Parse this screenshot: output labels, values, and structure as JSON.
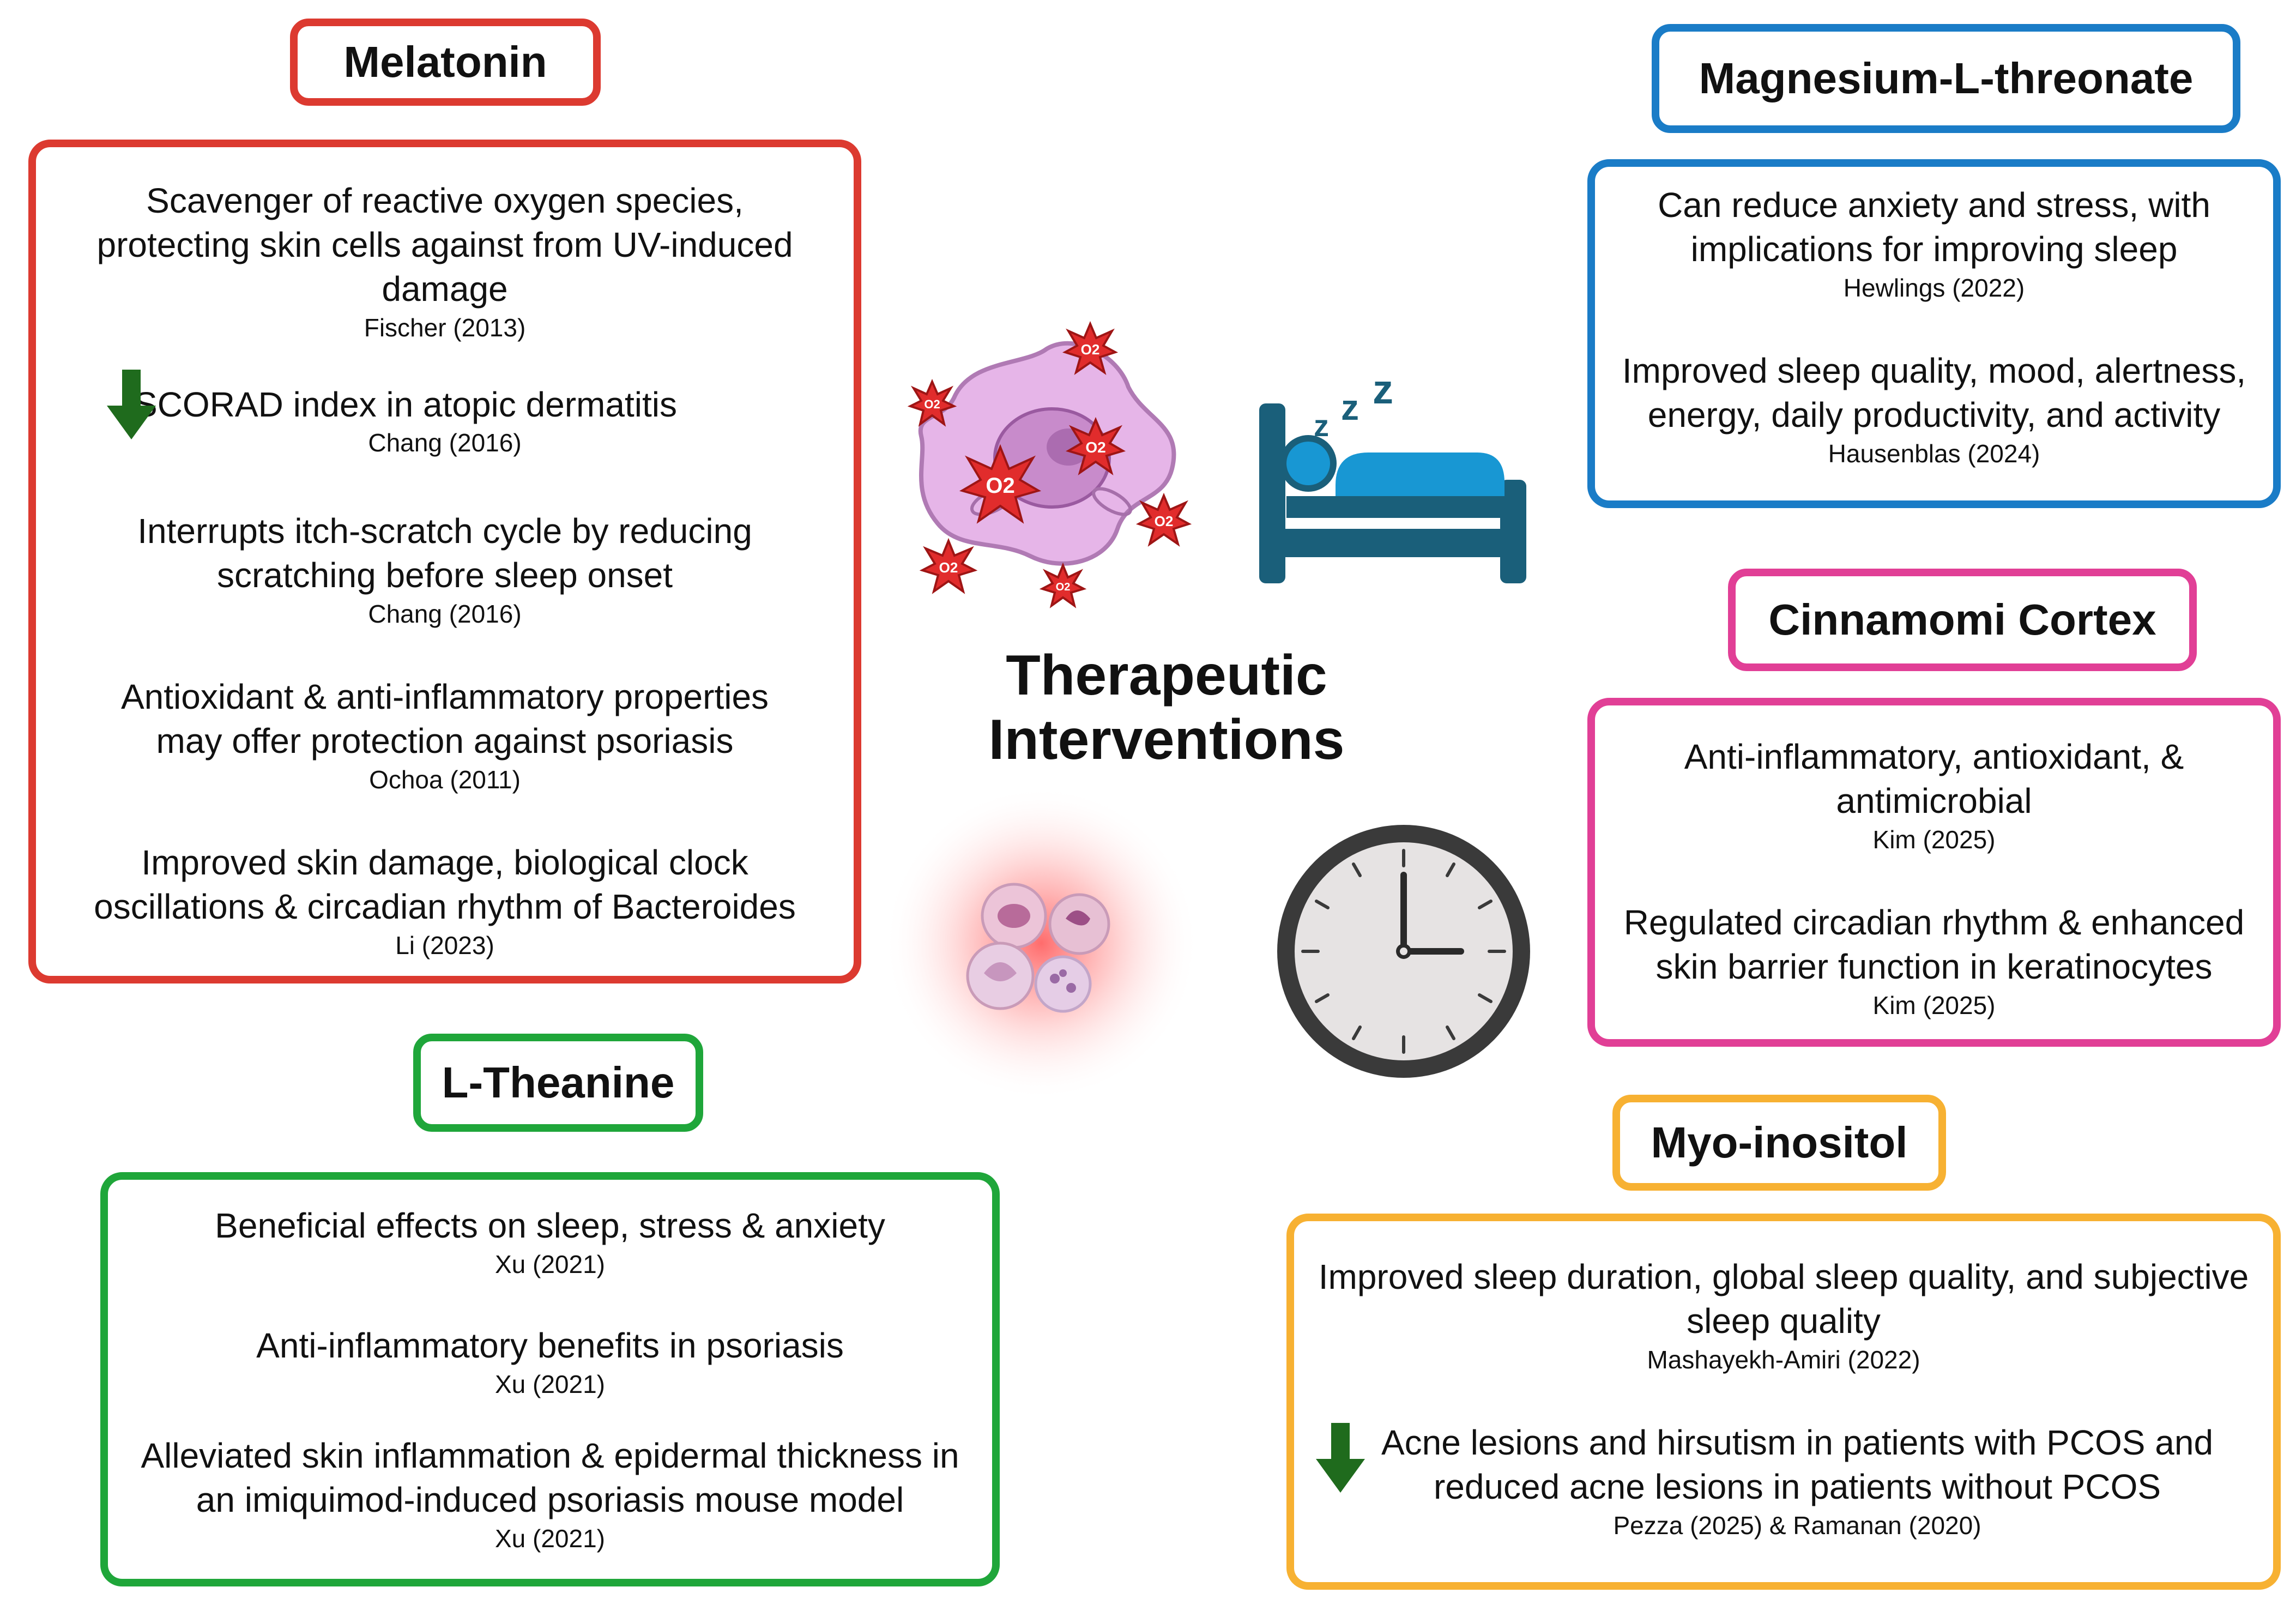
{
  "center": {
    "line1": "Therapeutic",
    "line2": "Interventions"
  },
  "melatonin": {
    "title": "Melatonin",
    "entries": [
      {
        "claim": "Scavenger of reactive oxygen species, protecting skin cells against from UV-induced damage",
        "cite": "Fischer (2013)"
      },
      {
        "claim": "SCORAD index in atopic dermatitis",
        "cite": "Chang (2016)",
        "direction": "decrease"
      },
      {
        "claim": "Interrupts itch-scratch cycle by reducing scratching before sleep onset",
        "cite": "Chang (2016)"
      },
      {
        "claim": "Antioxidant & anti-inflammatory properties may offer protection against psoriasis",
        "cite": "Ochoa (2011)"
      },
      {
        "claim": "Improved skin damage, biological clock oscillations & circadian rhythm of Bacteroides",
        "cite": "Li (2023)"
      }
    ]
  },
  "magnesium": {
    "title": "Magnesium-L-threonate",
    "entries": [
      {
        "claim": "Can reduce anxiety and stress, with implications for improving sleep",
        "cite": "Hewlings (2022)"
      },
      {
        "claim": "Improved sleep quality, mood, alertness, energy, daily productivity, and activity",
        "cite": "Hausenblas (2024)"
      }
    ]
  },
  "cinnamomi": {
    "title": "Cinnamomi Cortex",
    "entries": [
      {
        "claim": "Anti-inflammatory, antioxidant, & antimicrobial",
        "cite": "Kim (2025)"
      },
      {
        "claim": "Regulated circadian rhythm & enhanced skin barrier function in keratinocytes",
        "cite": "Kim (2025)"
      }
    ]
  },
  "theanine": {
    "title": "L-Theanine",
    "entries": [
      {
        "claim": "Beneficial effects on sleep, stress & anxiety",
        "cite": "Xu (2021)"
      },
      {
        "claim": "Anti-inflammatory benefits in psoriasis",
        "cite": "Xu (2021)"
      },
      {
        "claim": "Alleviated skin inflammation & epidermal thickness in an imiquimod-induced psoriasis mouse model",
        "cite": "Xu (2021)"
      }
    ]
  },
  "myoinositol": {
    "title": "Myo-inositol",
    "entries": [
      {
        "claim": "Improved sleep duration, global sleep quality, and subjective sleep quality",
        "cite": "Mashayekh-Amiri (2022)"
      },
      {
        "claim": "Acne lesions and hirsutism in patients with PCOS and reduced acne lesions in patients without PCOS",
        "cite": "Pezza (2025) & Ramanan (2020)",
        "direction": "decrease"
      }
    ]
  },
  "illustrations": {
    "ros_label": "O2",
    "icons": [
      "ros-cell-icon",
      "sleeping-person-bed-icon",
      "immune-cells-icon",
      "clock-icon"
    ]
  },
  "colors": {
    "melatonin": "#dc3a30",
    "magnesium": "#1a7cc7",
    "cinnamomi": "#e13f96",
    "theanine": "#1fa63a",
    "myoinositol": "#f7b132",
    "down_arrow": "#1f6b1d",
    "bed": "#1a5f7a",
    "bed_accent": "#1897d3"
  }
}
